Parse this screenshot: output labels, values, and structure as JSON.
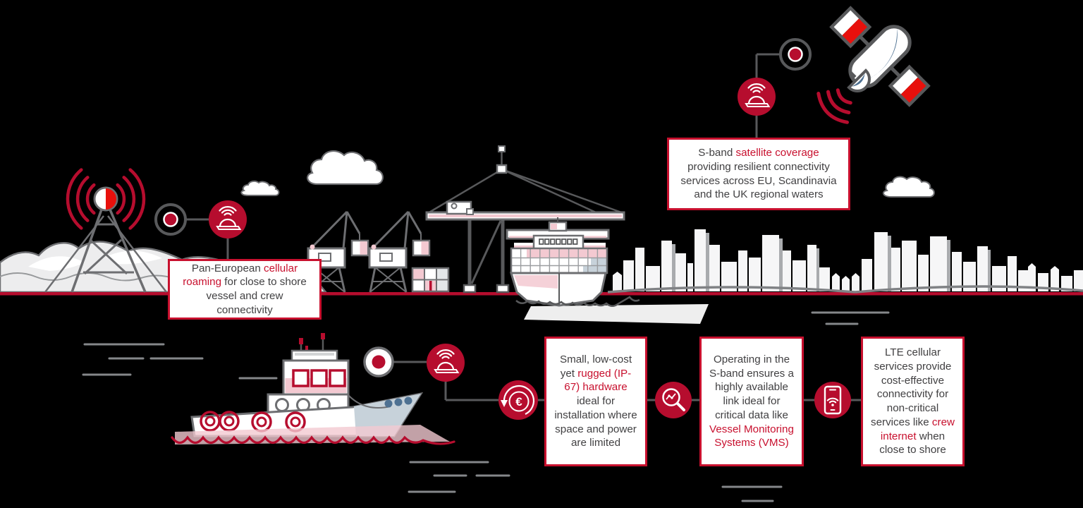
{
  "colors": {
    "background": "#000000",
    "accent_red": "#c8102e",
    "crimson": "#b60d2e",
    "bright_red": "#e8100c",
    "rose": "#f3c9d1",
    "slate_blue": "#4e7192",
    "slate_light": "#c7d2da",
    "gray_outline": "#6d6e71",
    "gray_dark": "#58595b",
    "text_dark": "#414042",
    "dash_gray": "#85878a"
  },
  "icons": {
    "euro_symbol": "€",
    "satellite": "satellite-icon",
    "cell_tower": "cell-tower-icon",
    "antenna_wifi": "antenna-dome-wifi-icon",
    "connection_node": "connection-node-icon",
    "euro_savings": "euro-refresh-icon",
    "monitoring": "magnifier-chart-icon",
    "phone": "smartphone-wifi-icon"
  },
  "callouts": {
    "satellite": {
      "segments": [
        {
          "text": "S-band "
        },
        {
          "text": "satellite coverage",
          "highlight": true
        },
        {
          "text": " providing resilient connectivity services across EU, Scandinavia and the UK regional waters"
        }
      ]
    },
    "cellular": {
      "segments": [
        {
          "text": "Pan-European "
        },
        {
          "text": "cellular roaming",
          "highlight": true
        },
        {
          "text": " for close to shore vessel and crew connectivity"
        }
      ]
    },
    "hardware": {
      "segments": [
        {
          "text": "Small, low-cost yet "
        },
        {
          "text": "rugged (IP-67) hardware",
          "highlight": true
        },
        {
          "text": " ideal for installation where space and power are limited"
        }
      ]
    },
    "vms": {
      "segments": [
        {
          "text": "Operating in the S-band ensures a highly available link ideal for critical data like "
        },
        {
          "text": "Vessel Monitoring Systems (VMS)",
          "highlight": true
        }
      ]
    },
    "lte": {
      "segments": [
        {
          "text": "LTE cellular services provide cost-effective connectivity for non-critical services like "
        },
        {
          "text": "crew internet",
          "highlight": true
        },
        {
          "text": " when close to shore"
        }
      ]
    }
  }
}
